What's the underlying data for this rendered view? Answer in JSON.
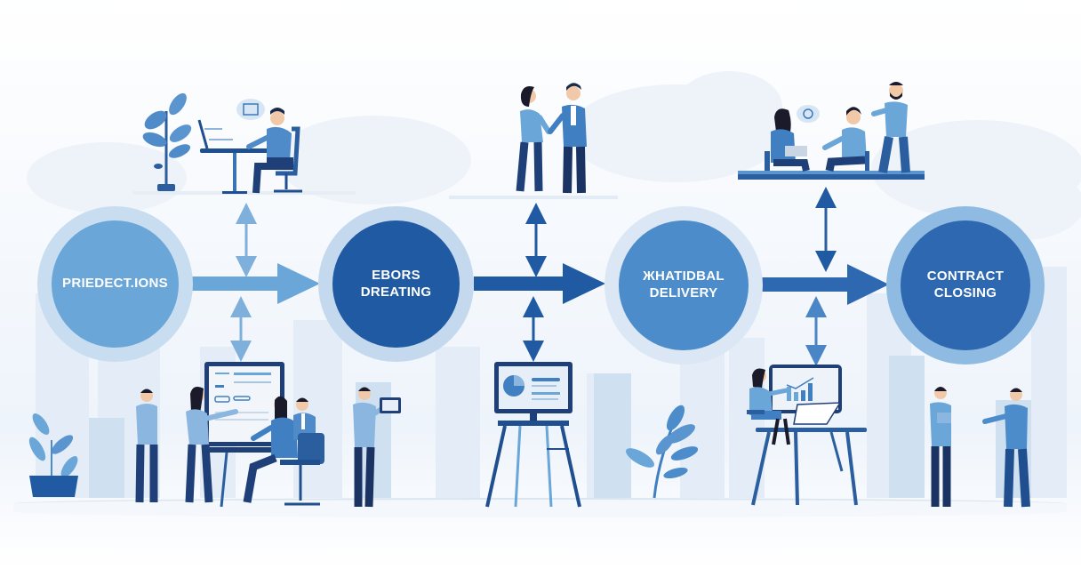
{
  "diagram": {
    "type": "process-flow",
    "theme_colors": {
      "light_blue": "#6aa6d8",
      "medium_blue": "#4c8ccb",
      "dark_blue": "#1f5aa3",
      "navy": "#1e3f7a",
      "ring_light": "#cfe0f1",
      "background": "#f3f7fc"
    },
    "stages": [
      {
        "id": "stage-1",
        "label": "PRIEDECT.IONS",
        "fill": "#6aa6d8",
        "ring": "#c9ddf0"
      },
      {
        "id": "stage-2",
        "label": "EBORS\nDREATING",
        "fill": "#1f5aa3",
        "ring": "#c4d9ee"
      },
      {
        "id": "stage-3",
        "label": "ЖHATIDBAL\nDELIVERY",
        "fill": "#4c8ccb",
        "ring": "#dbe7f4"
      },
      {
        "id": "stage-4",
        "label": "CONTRACT\nCLOSING",
        "fill": "#2d68b0",
        "ring": "#8fbbe2"
      }
    ],
    "connectors": [
      {
        "from": "stage-1",
        "to": "stage-2",
        "color": "#6aa6d8"
      },
      {
        "from": "stage-2",
        "to": "stage-3",
        "color": "#1f5aa3"
      },
      {
        "from": "stage-3",
        "to": "stage-4",
        "color": "#2d68b0"
      }
    ],
    "top_scenes": [
      {
        "name": "person-at-laptop-desk",
        "stage": "stage-1"
      },
      {
        "name": "handshake",
        "stage": "stage-2"
      },
      {
        "name": "team-meeting",
        "stage": "stage-4"
      }
    ],
    "bottom_scenes": [
      {
        "name": "team-at-screen-presentation",
        "stage": "stage-1"
      },
      {
        "name": "monitor-on-easel-with-pie-chart",
        "stage": "stage-2"
      },
      {
        "name": "woman-at-desk-with-bar-chart",
        "stage": "stage-3"
      },
      {
        "name": "two-men-discussing",
        "stage": "stage-4"
      }
    ]
  }
}
